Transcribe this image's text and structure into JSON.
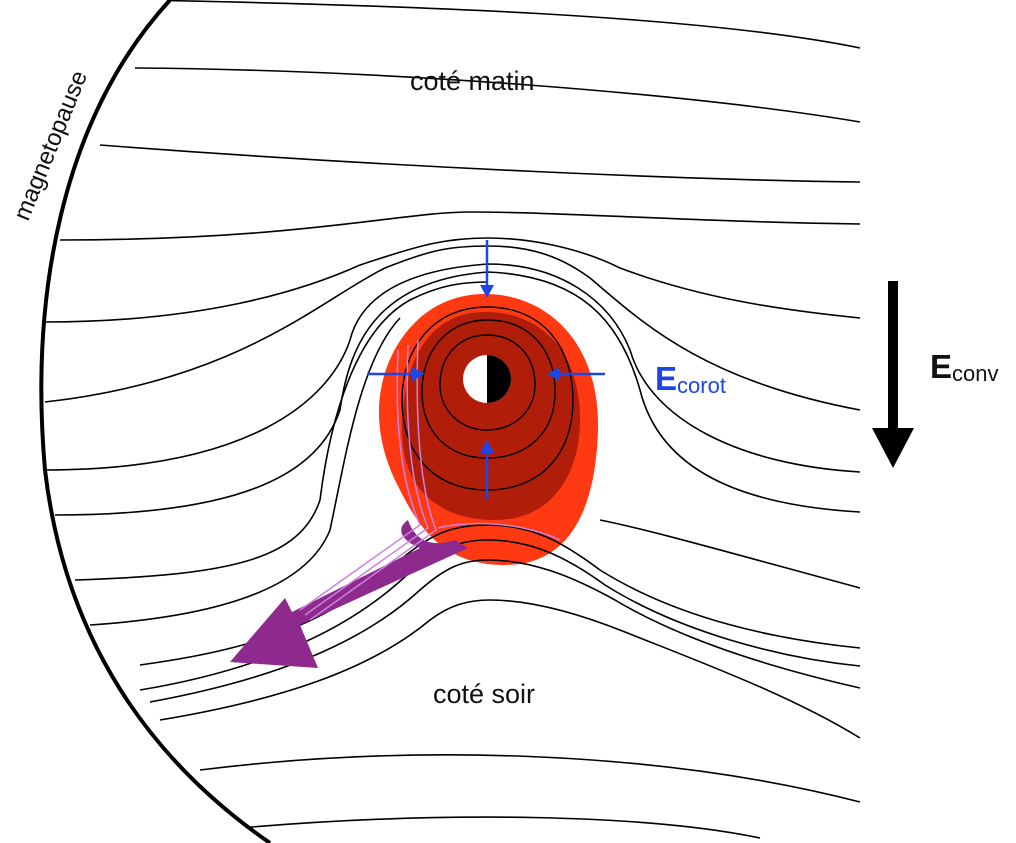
{
  "labels": {
    "magnetopause": "magnetopause",
    "morning_side": "coté matin",
    "evening_side": "coté soir",
    "corot_field": {
      "main": "E",
      "sub": "corot"
    },
    "conv_field": {
      "main": "E",
      "sub": "conv"
    }
  },
  "colors": {
    "field_line": "#000000",
    "plasmasphere_outer": "#ff3a12",
    "plasmasphere_inner": "#b01e0a",
    "plume": "#8e2a8e",
    "plume_lines": "#c982e0",
    "corotation_arrows": "#1e46e6",
    "convection_arrow": "#000000"
  },
  "icons": {
    "earth": "earth-day-night-icon",
    "convection_arrow": "arrow-down-icon",
    "plume_arrow": "arrow-southwest-icon"
  }
}
